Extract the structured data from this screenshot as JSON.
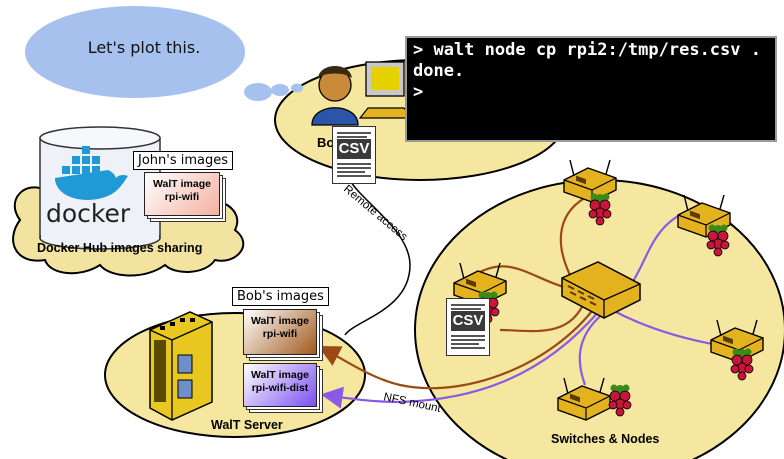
{
  "speech_bubble": {
    "text": "Let's plot this."
  },
  "terminal": {
    "lines": [
      "> walt node cp rpi2:/tmp/res.csv .",
      "done.",
      ">"
    ]
  },
  "user": {
    "label": "Bob"
  },
  "docker": {
    "logo_text": "docker",
    "images_title": "John's images",
    "image_card": "WalT image\nrpi-wifi",
    "caption": "Docker Hub images sharing"
  },
  "server": {
    "images_title": "Bob's images",
    "image_card_1": "WalT image\nrpi-wifi",
    "image_card_2": "WalT image\nrpi-wifi-dist",
    "caption": "WalT Server"
  },
  "csv_label": "CSV",
  "connections": {
    "remote": "Remote access",
    "nfs": "NFS mount"
  },
  "nodes_caption": "Switches & Nodes",
  "colors": {
    "island": "#f5e6a0",
    "cloud": "#f2e4a0",
    "bubble": "#a7c1ee",
    "brown": "#9a4a12",
    "purple": "#8a5ae6",
    "device": "#e4b21e",
    "raspberry": "#c8153a"
  }
}
